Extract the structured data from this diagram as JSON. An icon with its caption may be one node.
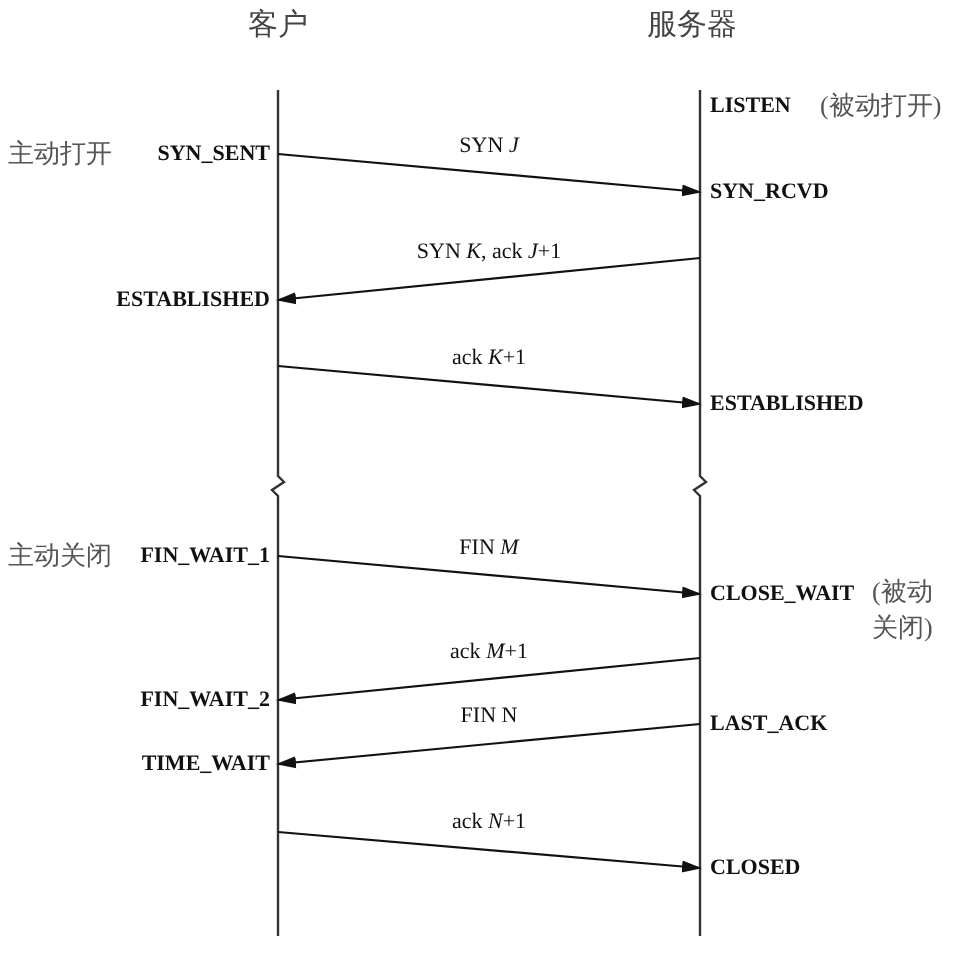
{
  "diagram": {
    "nodes": [
      {
        "text": [
          "LISTEN"
        ],
        "beside": [
          "(被动打开)"
        ]
      },
      {
        "text": [
          "SYN_SENT"
        ],
        "beside": [
          "主动打开"
        ]
      },
      {
        "text": [
          "SYN_RCVD"
        ]
      },
      {
        "text": [
          "ESTABLISHED"
        ]
      },
      {
        "text": [
          "ESTABLISHED"
        ]
      },
      {
        "text": [
          "FIN_WAIT_1"
        ],
        "beside": [
          "主动关闭"
        ]
      },
      {
        "text": [
          "CLOSE_WAIT"
        ],
        "beside": [
          "(被动关闭)"
        ]
      },
      {
        "text": [
          "FIN_WAIT_2"
        ]
      },
      {
        "text": [
          "LAST_ACK"
        ]
      },
      {
        "text": [
          "TIME_WAIT"
        ]
      },
      {
        "text": [
          "CLOSED"
        ]
      }
    ],
    "edges": [
      {
        "from": 1,
        "to": 2,
        "arrow": "to",
        "label": "SYN *J*"
      },
      {
        "from": null,
        "to": 3,
        "arrow": "to",
        "label": "SYN *K*, ack *J*+1"
      },
      {
        "from": null,
        "to": 4,
        "arrow": "to",
        "label": "ack *K*+1"
      },
      {
        "from": 5,
        "to": 6,
        "arrow": "to",
        "label": "FIN *M*"
      },
      {
        "from": null,
        "to": 7,
        "arrow": "to",
        "label": "ack *M*+1"
      },
      {
        "from": 8,
        "to": 9,
        "arrow": "to",
        "label": "FIN N"
      },
      {
        "from": null,
        "to": 10,
        "arrow": "to",
        "label": "ack *N*+1"
      }
    ],
    "labels": [
      "客户",
      "服务器"
    ]
  }
}
